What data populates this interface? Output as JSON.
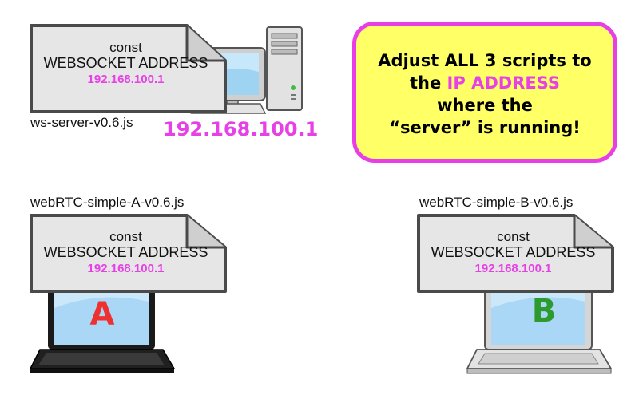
{
  "colors": {
    "ip_magenta": "#e640e6",
    "callout_fill": "#ffff66",
    "callout_border": "#e83ee8",
    "letter_a": "#ee3030",
    "letter_b": "#2c9a2c",
    "note_fill": "#e6e6e6"
  },
  "server": {
    "filename": "ws-server-v0.6.js",
    "ip_display": "192.168.100.1",
    "note": {
      "line1": "const",
      "line2": "WEBSOCKET ADDRESS",
      "line3": "192.168.100.1"
    }
  },
  "client_a": {
    "filename": "webRTC-simple-A-v0.6.js",
    "letter": "A",
    "note": {
      "line1": "const",
      "line2": "WEBSOCKET ADDRESS",
      "line3": "192.168.100.1"
    }
  },
  "client_b": {
    "filename": "webRTC-simple-B-v0.6.js",
    "letter": "B",
    "note": {
      "line1": "const",
      "line2": "WEBSOCKET ADDRESS",
      "line3": "192.168.100.1"
    }
  },
  "callout": {
    "line1": "Adjust ALL 3 scripts to",
    "line2_prefix": "the ",
    "line2_highlight": "IP ADDRESS",
    "line3": "where the",
    "line4": "“server” is running!"
  },
  "icons": [
    "desktop-computer-icon",
    "laptop-dark-icon",
    "laptop-light-icon",
    "document-note-icon"
  ]
}
